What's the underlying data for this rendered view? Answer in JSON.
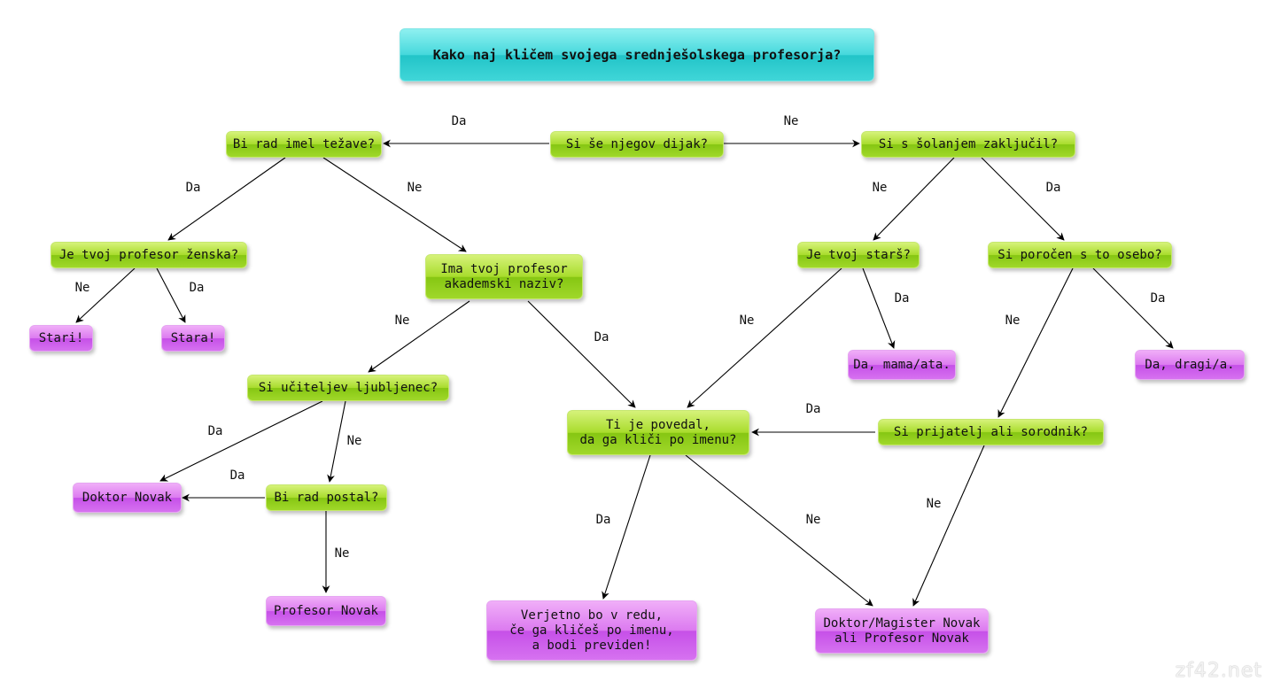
{
  "diagram": {
    "title": "Kako naj kličem svojega srednješolskega profesorja?",
    "nodes": {
      "q_dijak": "Si še njegov dijak?",
      "q_tezave": "Bi rad imel težave?",
      "q_zakljucil": "Si s šolanjem zaključil?",
      "q_zenska": "Je tvoj profesor ženska?",
      "q_naziv": "Ima tvoj profesor\nakademski naziv?",
      "q_stars": "Je tvoj starš?",
      "q_porocen": "Si poročen s to osebo?",
      "a_stari": "Stari!",
      "a_stara": "Stara!",
      "a_mama": "Da, mama/ata.",
      "a_dragi": "Da, dragi/a.",
      "q_ljubljenec": "Si učiteljev ljubljenec?",
      "q_povedal": "Ti je povedal,\nda ga kliči po imenu?",
      "q_prijatelj": "Si prijatelj ali sorodnik?",
      "a_doktor": "Doktor Novak",
      "q_postal": "Bi rad postal?",
      "a_profesor": "Profesor Novak",
      "a_verjetno": "Verjetno bo v redu,\nče ga kličeš po imenu,\na bodi previden!",
      "a_magister": "Doktor/Magister Novak\nali Profesor Novak"
    },
    "edge_labels": {
      "dijak_tezave": "Da",
      "dijak_zakljucil": "Ne",
      "tezave_zenska": "Da",
      "tezave_naziv": "Ne",
      "zakljucil_stars": "Ne",
      "zakljucil_porocen": "Da",
      "zenska_stari": "Ne",
      "zenska_stara": "Da",
      "naziv_ljubljenec": "Ne",
      "naziv_povedal": "Da",
      "stars_povedal": "Ne",
      "stars_mama": "Da",
      "porocen_prijatelj": "Ne",
      "porocen_dragi": "Da",
      "prijatelj_povedal": "Da",
      "prijatelj_magister": "Ne",
      "ljubljenec_doktor": "Da",
      "ljubljenec_postal": "Ne",
      "postal_doktor": "Da",
      "postal_profesor": "Ne",
      "povedal_verjetno": "Da",
      "povedal_magister": "Ne"
    },
    "watermark": "zf42.net"
  }
}
